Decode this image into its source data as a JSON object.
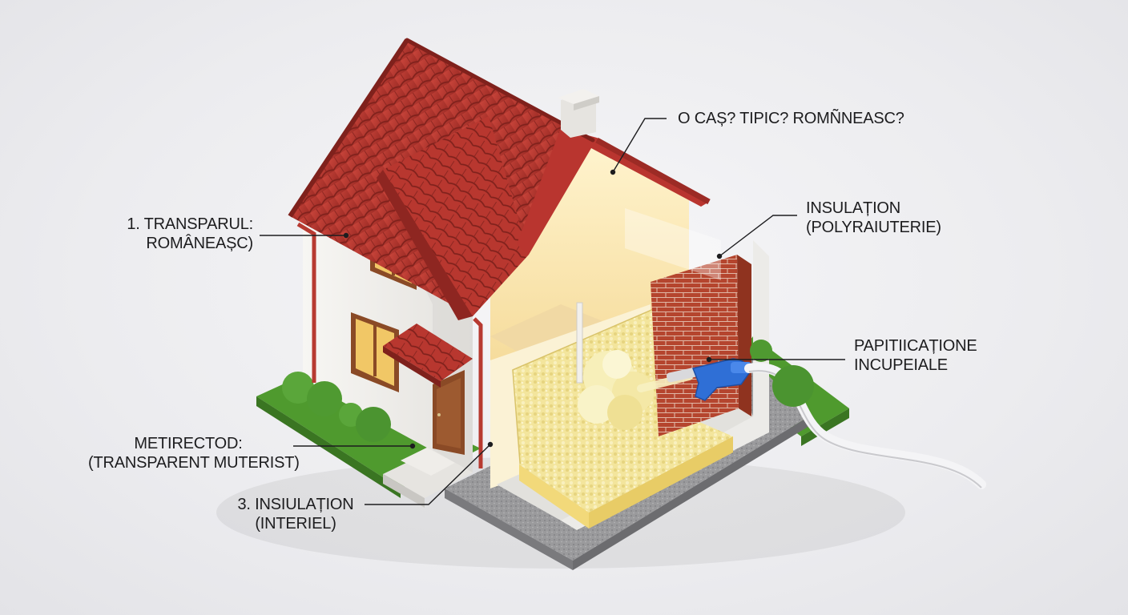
{
  "labels": {
    "top": {
      "line1": "O CAȘ? TIPIC? ROMÑNEASC?"
    },
    "left_upper": {
      "line1": "1. TRANSPARUL:",
      "line2": "ROMÂNEAȘC)"
    },
    "left_lower": {
      "line1": "METIRECTOD:",
      "line2": "(TRANSPARENT MUTERIST)"
    },
    "bottom": {
      "line1": "3. INSIULAȚION",
      "line2": "(INTERIEL)"
    },
    "right_upper": {
      "line1": "INSULAȚION",
      "line2": "(POLYRAIUTERIE)"
    },
    "right_lower": {
      "line1": "PAPITIICAȚIONE",
      "line2": "INCUPEIALE"
    }
  },
  "colors": {
    "roof": "#b9352f",
    "roof_dark": "#8e2621",
    "wall": "#f3f1ee",
    "brick": "#b5452e",
    "foam": "#f3e7a2",
    "grass": "#4f9a2e",
    "gun": "#2f6fd6",
    "leader": "#1d1d1f"
  }
}
